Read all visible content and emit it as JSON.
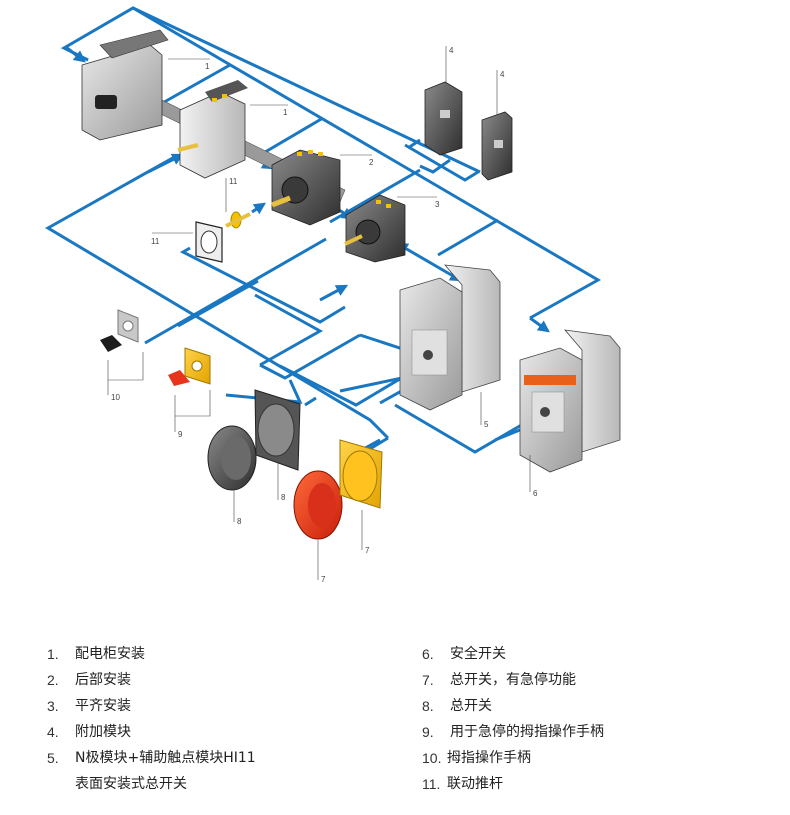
{
  "diagram": {
    "title": "",
    "accent_color": "#1a78c2",
    "callouts": {
      "c1a": "1",
      "c1b": "1",
      "c2": "2",
      "c3": "3",
      "c4a": "4",
      "c4b": "4",
      "c5": "5",
      "c6": "6",
      "c7a": "7",
      "c7b": "7",
      "c8a": "8",
      "c8b": "8",
      "c9": "9",
      "c10": "10",
      "c11a": "11",
      "c11b": "11"
    },
    "components": [
      {
        "id": "1",
        "name": "panel-mounted switch (large)"
      },
      {
        "id": "1",
        "name": "panel-mounted switch"
      },
      {
        "id": "2",
        "name": "rear-mounted switch"
      },
      {
        "id": "3",
        "name": "flush-mounted switch"
      },
      {
        "id": "4",
        "name": "add-on module"
      },
      {
        "id": "4",
        "name": "add-on module (cover)"
      },
      {
        "id": "5",
        "name": "surface-mount enclosure"
      },
      {
        "id": "6",
        "name": "safety switch enclosure"
      },
      {
        "id": "7",
        "name": "red emergency handle"
      },
      {
        "id": "7",
        "name": "yellow emergency bezel"
      },
      {
        "id": "8",
        "name": "grey handle"
      },
      {
        "id": "8",
        "name": "grey bezel"
      },
      {
        "id": "9",
        "name": "red thumb grip + yellow plate"
      },
      {
        "id": "10",
        "name": "black thumb grip + grey plate"
      },
      {
        "id": "11",
        "name": "coupling shaft"
      },
      {
        "id": "11",
        "name": "shaft seal plate"
      }
    ]
  },
  "legend": {
    "left": [
      {
        "num": "1.",
        "text": "配电柜安装"
      },
      {
        "num": "2.",
        "text": "后部安装"
      },
      {
        "num": "3.",
        "text": "平齐安装"
      },
      {
        "num": "4.",
        "text": "附加模块"
      },
      {
        "num": "5.",
        "text": "N极模块+辅助触点模块HI11"
      },
      {
        "num": "",
        "text": "表面安装式总开关"
      }
    ],
    "right": [
      {
        "num": "6.",
        "text": "安全开关"
      },
      {
        "num": "7.",
        "text": "总开关，有急停功能"
      },
      {
        "num": "8.",
        "text": "总开关"
      },
      {
        "num": "9.",
        "text": "用于急停的拇指操作手柄"
      },
      {
        "num": "10.",
        "text": "拇指操作手柄"
      },
      {
        "num": "11.",
        "text": "联动推杆"
      }
    ]
  }
}
